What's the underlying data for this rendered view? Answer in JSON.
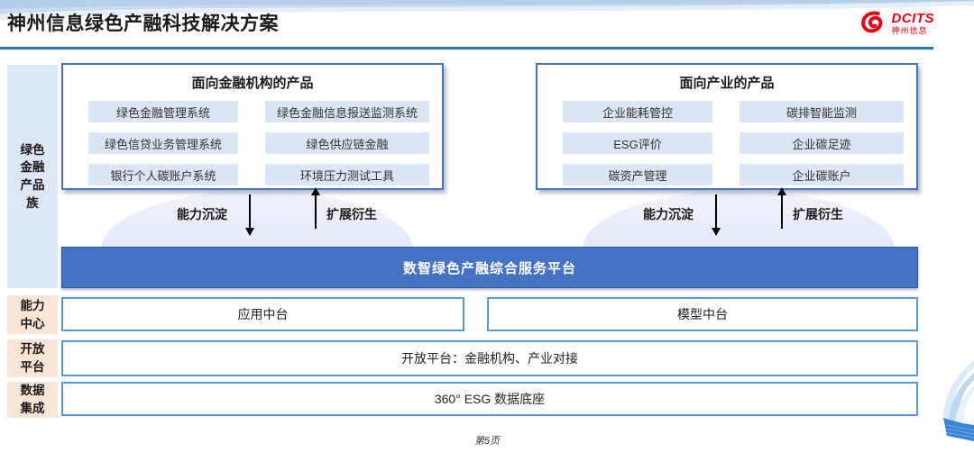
{
  "header": {
    "title": "神州信息绿色产融科技解决方案",
    "logo": {
      "brand": "DCITS",
      "sub": "神州信息"
    }
  },
  "product_family": {
    "sidebar_label": "绿色金融产品族",
    "groups": [
      {
        "title": "面向金融机构的产品",
        "items": [
          "绿色金融管理系统",
          "绿色金融信息报送监测系统",
          "绿色信贷业务管理系统",
          "绿色供应链金融",
          "银行个人碳账户系统",
          "环境压力测试工具"
        ]
      },
      {
        "title": "面向产业的产品",
        "items": [
          "企业能耗管控",
          "碳排智能监测",
          "ESG评价",
          "企业碳足迹",
          "碳资产管理",
          "企业碳账户"
        ]
      }
    ],
    "arrows": {
      "down_label": "能力沉淀",
      "up_label": "扩展衍生"
    }
  },
  "platform_banner": "数智绿色产融综合服务平台",
  "rows": [
    {
      "label": "能力中心",
      "boxes": [
        "应用中台",
        "模型中台"
      ]
    },
    {
      "label": "开放平台",
      "boxes": [
        "开放平台：金融机构、产业对接"
      ]
    },
    {
      "label": "数据集成",
      "boxes": [
        "360° ESG 数据底座"
      ]
    }
  ],
  "footer": {
    "page": "第5页"
  },
  "colors": {
    "accent_blue": "#4472c4",
    "light_blue_border": "#5b9bd5",
    "title_rule_blue": "#2e74b5",
    "item_fill": "#dbe5f3",
    "rail_blue": "#dce6f4",
    "rail_peach": "#fbe5d6",
    "logo_red": "#e60012"
  }
}
